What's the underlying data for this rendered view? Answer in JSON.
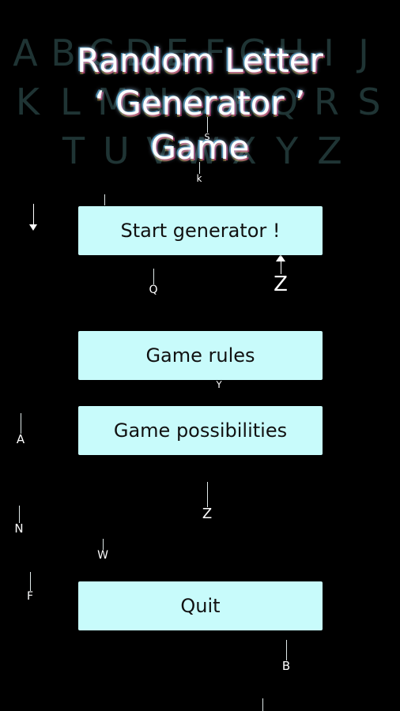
{
  "background_alphabet": {
    "row1": [
      "A",
      "B",
      "C",
      "D",
      "E",
      "F",
      "G",
      "H",
      "I",
      "J"
    ],
    "row2": [
      "K",
      "L",
      "M",
      "N",
      "O",
      "P",
      "Q",
      "R",
      "S"
    ],
    "row3": [
      "T",
      "U",
      "V",
      "W",
      "X",
      "Y",
      "Z"
    ]
  },
  "title": {
    "line1": "Random Letter",
    "line2": "‘ Generator ’",
    "line3": "Game"
  },
  "menu": {
    "start_label": "Start generator !",
    "rules_label": "Game rules",
    "possibilities_label": "Game possibilities",
    "quit_label": "Quit"
  },
  "falling_letters": {
    "s": "S",
    "k": "k",
    "q": "Q",
    "z_up": "Z",
    "y": "Y",
    "a": "A",
    "z_mid": "Z",
    "n": "N",
    "w": "W",
    "f": "F",
    "b": "B"
  },
  "colors": {
    "background": "#000000",
    "button_fill": "#c8fbfb",
    "button_text": "#111111",
    "backdrop_letters": "#1f3434"
  }
}
